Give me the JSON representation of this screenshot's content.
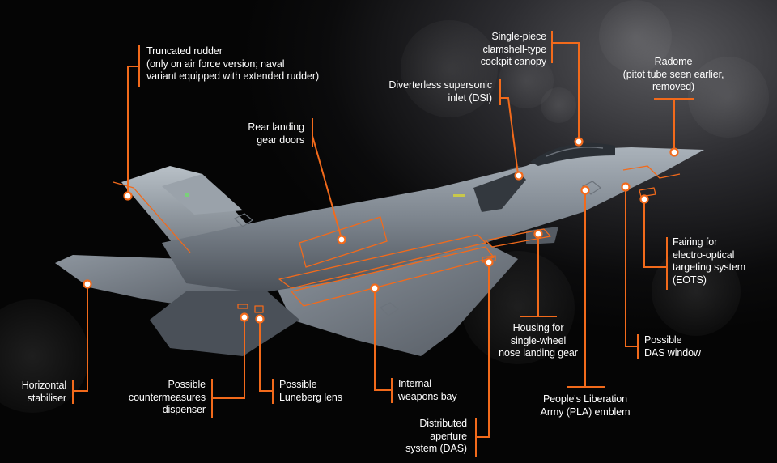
{
  "accent_color": "#f26a1b",
  "labels": {
    "truncated_rudder": "Truncated rudder\n(only on air force version; naval\nvariant equipped with extended rudder)",
    "canopy": "Single-piece\nclamshell-type\ncockpit canopy",
    "radome": "Radome\n(pitot tube seen earlier,\nremoved)",
    "dsi": "Diverterless supersonic\ninlet (DSI)",
    "rear_gear_doors": "Rear landing\ngear doors",
    "eots": "Fairing for\nelectro-optical\ntargeting system\n(EOTS)",
    "nose_gear": "Housing for\nsingle-wheel\nnose landing gear",
    "das_window": "Possible\nDAS window",
    "horizontal_stabiliser": "Horizontal\nstabiliser",
    "countermeasures": "Possible\ncountermeasures\ndispenser",
    "luneberg": "Possible\nLuneberg lens",
    "weapons_bay": "Internal\nweapons bay",
    "das": "Distributed\naperture\nsystem (DAS)",
    "pla_emblem": "People's Liberation\nArmy (PLA) emblem"
  }
}
